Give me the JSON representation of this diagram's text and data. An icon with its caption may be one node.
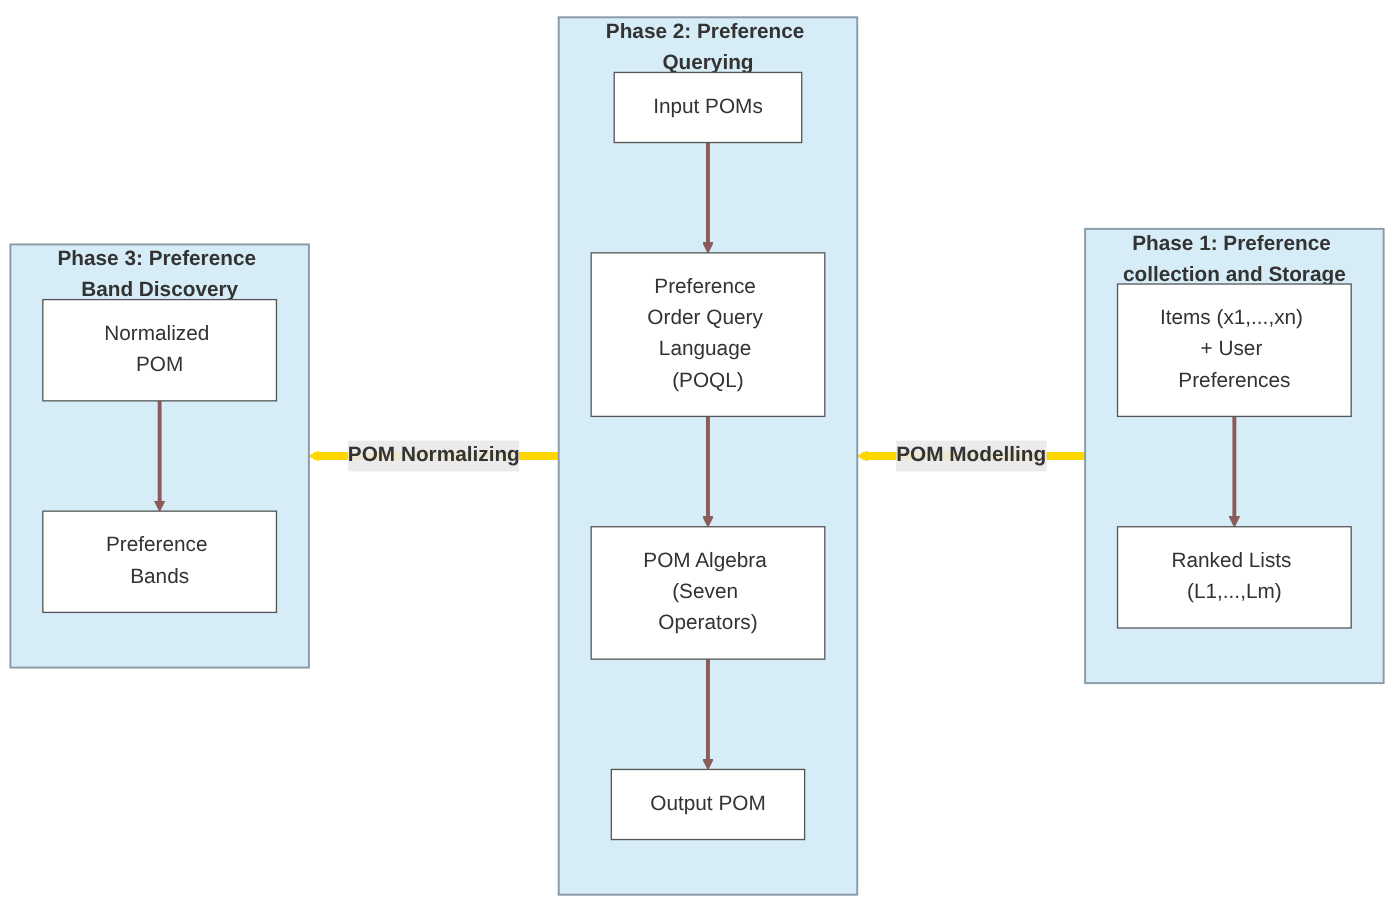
{
  "diagram": {
    "nodes": [
      {
        "text": [
          "Phase 3: Preference Band Discovery"
        ]
      },
      {
        "text": [
          "Normalized POM"
        ],
        "in": 0
      },
      {
        "text": [
          "Preference Bands"
        ],
        "in": 0
      },
      {
        "text": [
          "Phase 2: Preference Querying"
        ]
      },
      {
        "text": [
          "Input POMs"
        ],
        "in": 3
      },
      {
        "text": [
          "Preference Order Query Language (POQL)"
        ],
        "in": 3
      },
      {
        "text": [
          "POM Algebra (Seven Operators)"
        ],
        "in": 3
      },
      {
        "text": [
          "Output POM"
        ],
        "in": 3
      },
      {
        "text": [
          "Phase 1: Preference collection and Storage"
        ]
      },
      {
        "text": [
          "Items (x1,...,xn) + User Preferences"
        ],
        "in": 8
      },
      {
        "text": [
          "Ranked Lists (L1,...,Lm)"
        ],
        "in": 8
      }
    ],
    "edges": [
      {
        "from": 1,
        "to": 2,
        "arrow": "to"
      },
      {
        "from": 4,
        "to": 5,
        "arrow": "to"
      },
      {
        "from": 5,
        "to": 6,
        "arrow": "to"
      },
      {
        "from": 6,
        "to": 7,
        "arrow": "to"
      },
      {
        "from": 9,
        "to": 10,
        "arrow": "to"
      },
      {
        "from": 8,
        "to": 3,
        "arrow": "to",
        "label": "POM Modelling",
        "style": "thick",
        "color": "#ffd700"
      },
      {
        "from": 3,
        "to": 0,
        "arrow": "to",
        "label": "POM Normalizing",
        "style": "thick",
        "color": "#ffd700"
      }
    ]
  }
}
